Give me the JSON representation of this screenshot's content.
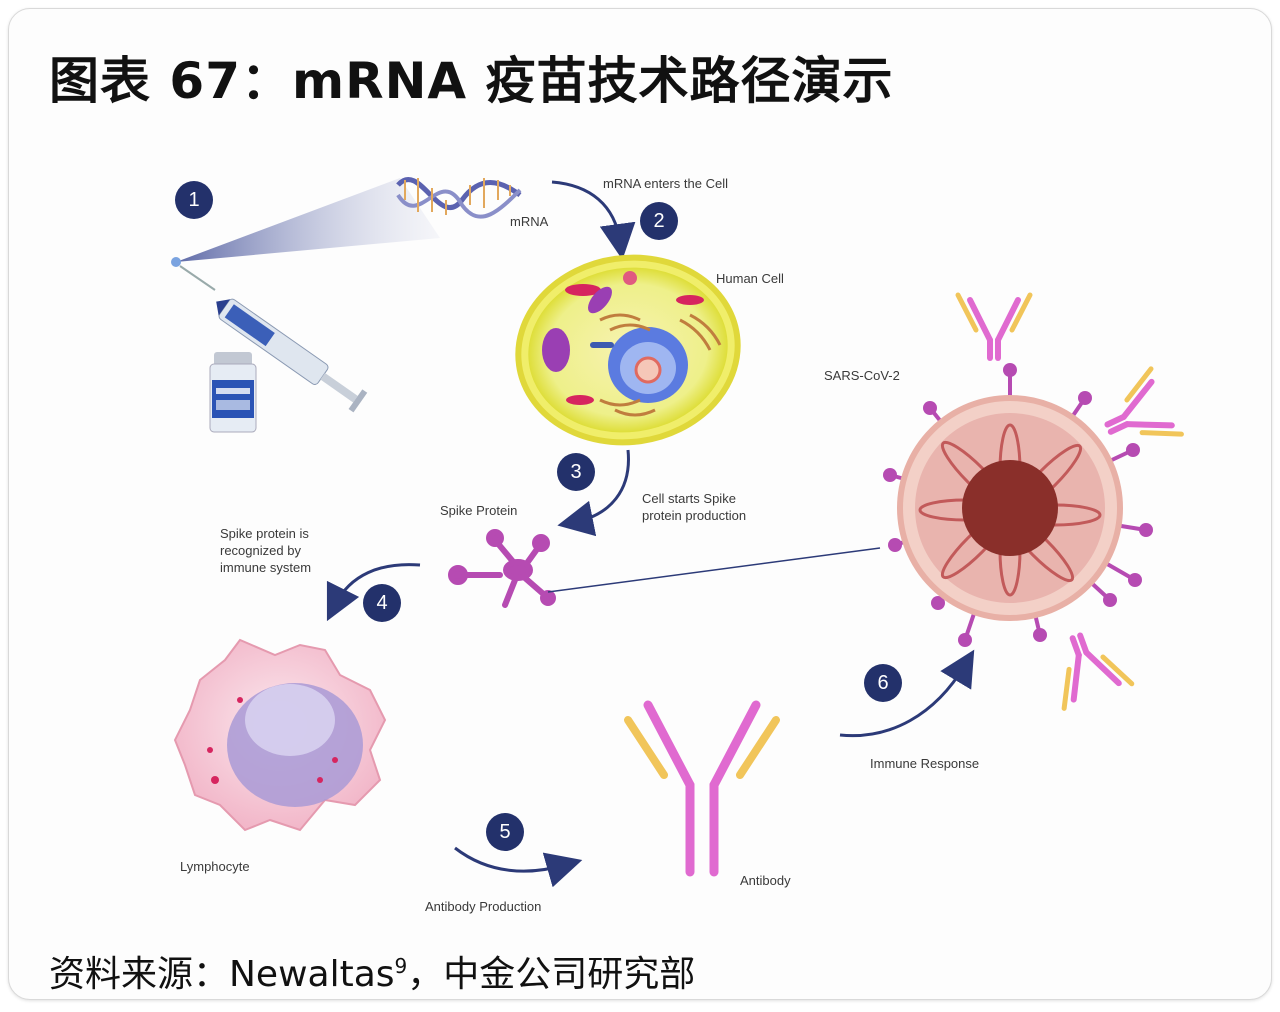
{
  "title": "图表 67：mRNA 疫苗技术路径演示",
  "source": {
    "prefix": "资料来源：Newaltas",
    "sup": "9",
    "suffix": "，中金公司研究部"
  },
  "steps": [
    "1",
    "2",
    "3",
    "4",
    "5",
    "6"
  ],
  "labels": {
    "mrna": "mRNA",
    "mrna_enters": "mRNA enters the Cell",
    "human_cell": "Human Cell",
    "sars": "SARS-CoV-2",
    "spike_protein": "Spike Protein",
    "cell_starts": [
      "Cell starts Spike",
      "protein production"
    ],
    "recognized": [
      "Spike protein is",
      "recognized by",
      "immune system"
    ],
    "lymphocyte": "Lymphocyte",
    "antibody_production": "Antibody Production",
    "antibody": "Antibody",
    "immune_response": "Immune Response"
  },
  "colors": {
    "step_circle": "#23316b",
    "arrow": "#2c3a78",
    "antibody": "#e06ad0",
    "antibody_tip": "#f1c55a",
    "virus_body": "#e9b4ae",
    "virus_core": "#8a2f2a",
    "spike": "#b64bb2",
    "cell_outer": "#e8e64a",
    "cell_nucleus": "#5b7be0"
  }
}
